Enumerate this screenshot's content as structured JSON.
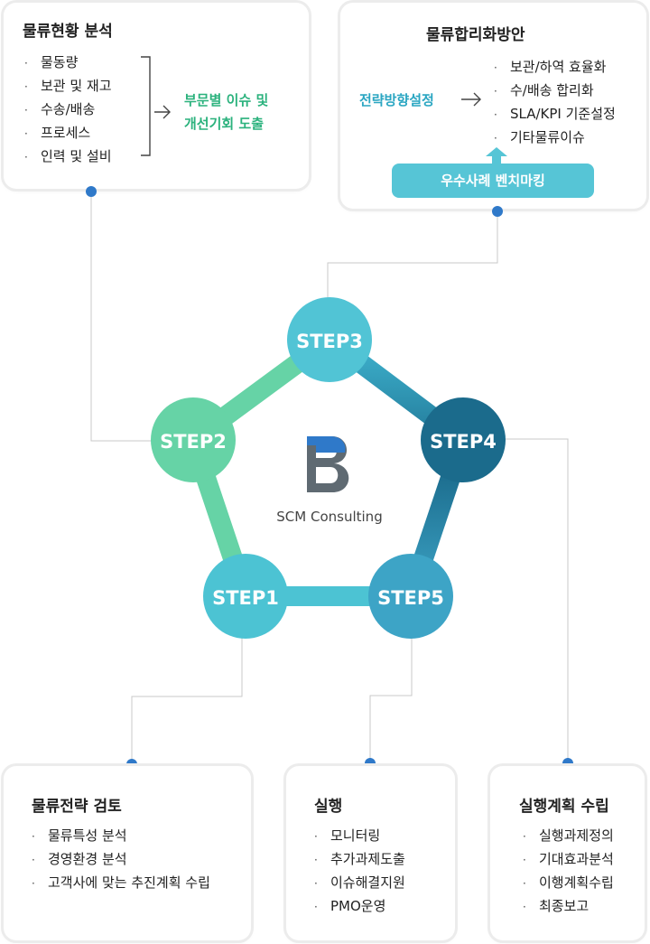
{
  "box1": {
    "title": "물류현황 분석",
    "items": [
      "물동량",
      "보관 및 재고",
      "수송/배송",
      "프로세스",
      "인력 및 설비"
    ],
    "result_line1": "부문별 이슈 및",
    "result_line2": "개선기회 도출"
  },
  "box2": {
    "title": "물류합리화방안",
    "left_label": "전략방향설정",
    "items": [
      "보관/하역 효율화",
      "수/배송 합리화",
      "SLA/KPI 기준설정",
      "기타물류이슈"
    ],
    "button": "우수사례 벤치마킹"
  },
  "cycle": {
    "center_label": "SCM Consulting",
    "steps": [
      "STEP1",
      "STEP2",
      "STEP3",
      "STEP4",
      "STEP5"
    ]
  },
  "box3": {
    "title": "물류전략 검토",
    "items": [
      "물류특성 분석",
      "경영환경 분석",
      "고객사에 맞는 추진계획 수립"
    ]
  },
  "box4": {
    "title": "실행",
    "items": [
      "모니터링",
      "추가과제도출",
      "이슈해결지원",
      "PMO운영"
    ]
  },
  "box5": {
    "title": "실행계획 수립",
    "items": [
      "실행과제정의",
      "기대효과분석",
      "이행계획수립",
      "최종보고"
    ]
  },
  "colors": {
    "step1": "#4cc3d3",
    "step2": "#66d3a6",
    "step3": "#51c4d5",
    "step4": "#1b6b8c",
    "step5": "#3da4c6",
    "connector_dot": "#2f79c9",
    "logo_dark": "#5f6a72",
    "logo_blue": "#2f79c9"
  }
}
